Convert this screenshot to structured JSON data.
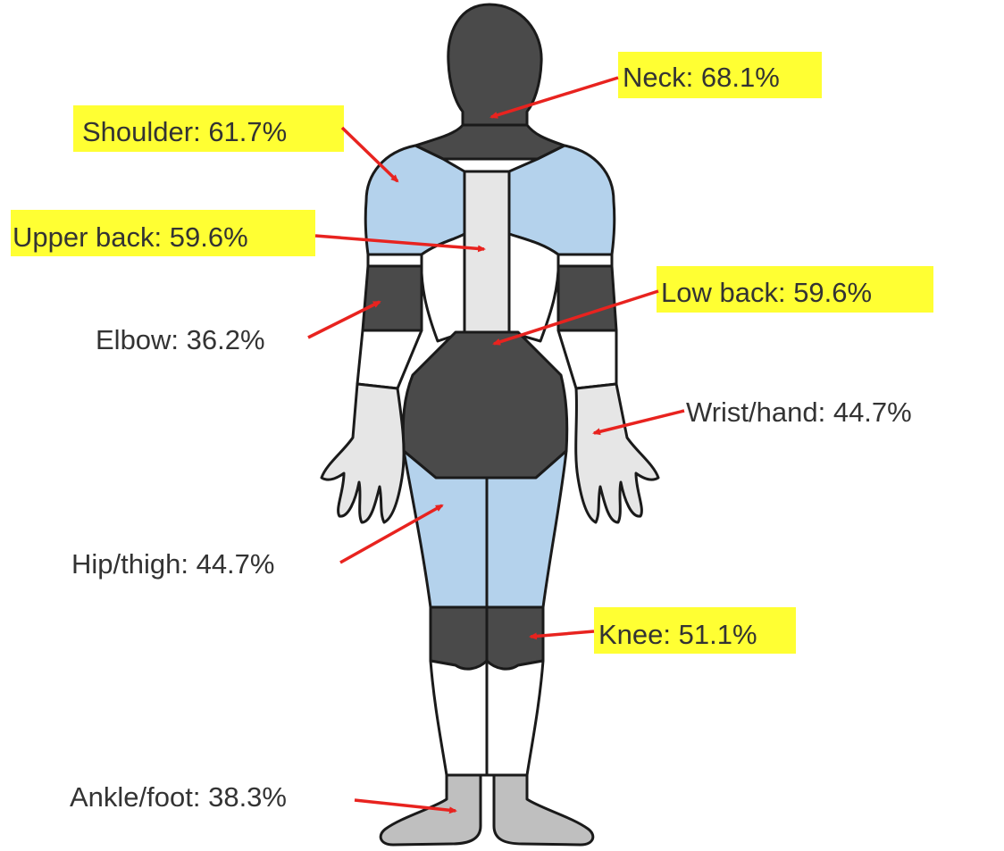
{
  "colors": {
    "highlight": "#ffff33",
    "arrow": "#e8231f",
    "text": "#333333",
    "outline": "#1a1a1a",
    "dark_region": "#4a4a4a",
    "light_blue_region": "#b4d2ec",
    "light_gray_region": "#e6e6e6",
    "gray_region": "#bfbfbf",
    "white_region": "#ffffff"
  },
  "labels": {
    "neck": "Neck: 68.1%",
    "shoulder": "Shoulder: 61.7%",
    "upper_back": "Upper back: 59.6%",
    "low_back": "Low back: 59.6%",
    "elbow": "Elbow: 36.2%",
    "wrist_hand": "Wrist/hand: 44.7%",
    "hip_thigh": "Hip/thigh: 44.7%",
    "knee": "Knee: 51.1%",
    "ankle_foot": "Ankle/foot: 38.3%"
  },
  "regions": [
    {
      "name": "Neck",
      "prevalence_pct": 68.1,
      "highlighted": true
    },
    {
      "name": "Shoulder",
      "prevalence_pct": 61.7,
      "highlighted": true
    },
    {
      "name": "Upper back",
      "prevalence_pct": 59.6,
      "highlighted": true
    },
    {
      "name": "Low back",
      "prevalence_pct": 59.6,
      "highlighted": true
    },
    {
      "name": "Elbow",
      "prevalence_pct": 36.2,
      "highlighted": false
    },
    {
      "name": "Wrist/hand",
      "prevalence_pct": 44.7,
      "highlighted": false
    },
    {
      "name": "Hip/thigh",
      "prevalence_pct": 44.7,
      "highlighted": false
    },
    {
      "name": "Knee",
      "prevalence_pct": 51.1,
      "highlighted": true
    },
    {
      "name": "Ankle/foot",
      "prevalence_pct": 38.3,
      "highlighted": false
    }
  ]
}
